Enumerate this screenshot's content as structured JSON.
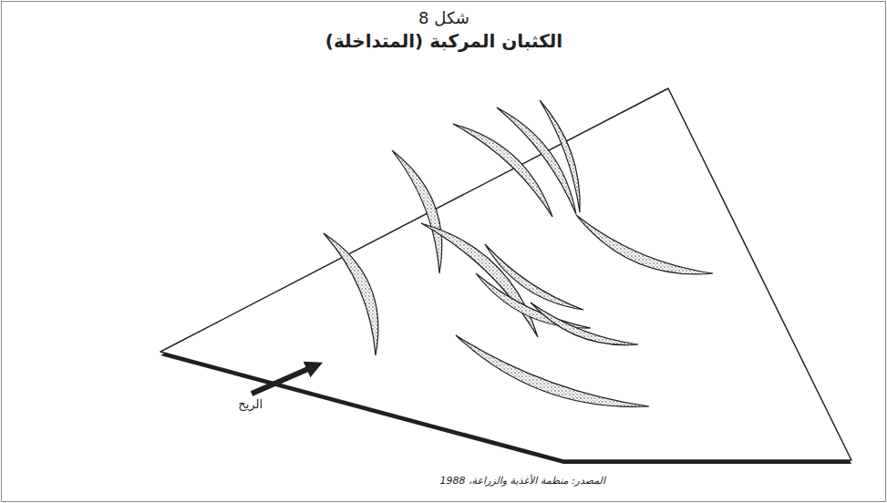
{
  "diagram": {
    "title": "الكثبان المركبة (المتداخلة)",
    "caption": "المصدر: منظمة الأغذية والزراعة، 1988",
    "labels": [
      "شكل 8",
      "الريح"
    ]
  }
}
